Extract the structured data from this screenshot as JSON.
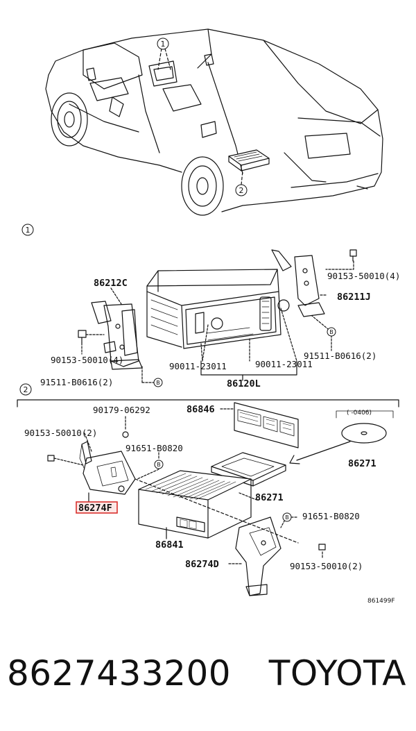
{
  "callouts": {
    "group1": "1",
    "group2": "2",
    "bolt_b": "B"
  },
  "labels": {
    "l86212C": "86212C",
    "l90153_top": "90153-50010(4)",
    "l86211J": "86211J",
    "l90153_left": "90153-50010(4)",
    "l91511_right": "91511-B0616(2)",
    "l90011_left": "90011-23011",
    "l90011_right": "90011-23011",
    "l91511_left": "91511-B0616(2)",
    "l86120L": "86120L",
    "l90179": "90179-06292",
    "l86846": "86846",
    "l0406": "(  -0406)",
    "l90153_mid": "90153-50010(2)",
    "l91651_top": "91651-B0820",
    "l86271_disc": "86271",
    "l86271_box": "86271",
    "l86274F": "86274F",
    "l91651_bottom": "91651-B0820",
    "l86841": "86841",
    "l86274D": "86274D",
    "l90153_bottom": "90153-50010(2)",
    "figure_code": "861499F"
  },
  "footer": {
    "part_number": "8627433200",
    "brand": "TOYOTA"
  },
  "colors": {
    "highlight": "#d9302c",
    "line": "#111111"
  }
}
